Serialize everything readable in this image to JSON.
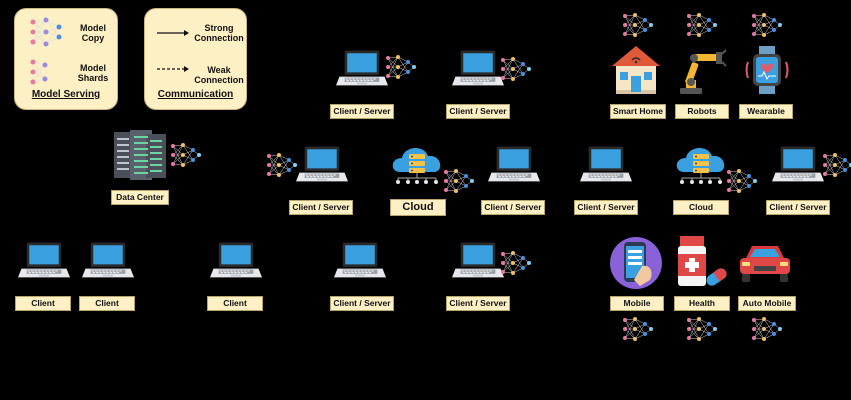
{
  "legend": {
    "serving": {
      "title": "Model Serving",
      "copy": "Model\nCopy",
      "shards": "Model\nShards"
    },
    "communication": {
      "title": "Communication",
      "strong": "Strong\nConnection",
      "weak": "Weak\nConnection"
    }
  },
  "labels": {
    "cs_top_1": "Client / Server",
    "cs_top_2": "Client / Server",
    "smart_home": "Smart Home",
    "robots": "Robots",
    "wearable": "Wearable",
    "data_center": "Data Center",
    "cs_mid_1": "Client / Server",
    "cloud_1": "Cloud",
    "cs_mid_2": "Client / Server",
    "cs_mid_3": "Client / Server",
    "cloud_2": "Cloud",
    "cs_mid_4": "Client / Server",
    "client_1": "Client",
    "client_2": "Client",
    "client_3": "Client",
    "cs_bot_1": "Client / Server",
    "cs_bot_2": "Client / Server",
    "mobile": "Mobile",
    "health": "Health",
    "auto_mobile": "Auto Mobile"
  },
  "colors": {
    "label_bg": "#fdf0c4",
    "laptop_screen": "#3aa0e0",
    "laptop_body": "#e8e8ec",
    "net_left": "#e87aa0",
    "net_right": "#4a90e2"
  }
}
